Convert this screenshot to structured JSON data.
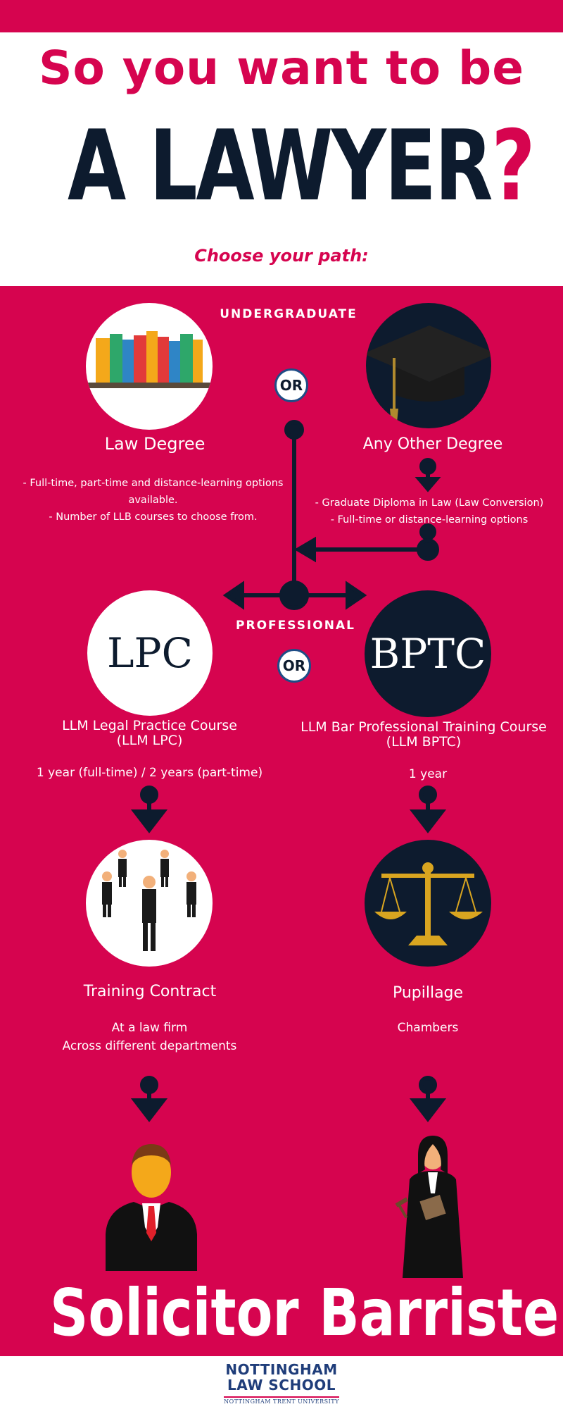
{
  "header": {
    "title_line1": "So you want to be",
    "title_line2": "A LAWYER",
    "title_qmark": "?",
    "subtitle": "Choose your path:"
  },
  "sections": {
    "undergraduate": "UNDERGRADUATE",
    "professional": "PROFESSIONAL",
    "or": "OR"
  },
  "law_degree": {
    "title": "Law Degree",
    "detail_line1": "- Full-time, part-time and distance-learning options",
    "detail_line2": "available.",
    "detail_line3": "- Number of LLB courses to choose from."
  },
  "other_degree": {
    "title": "Any Other Degree",
    "detail_line1": "- Graduate Diploma in Law (Law Conversion)",
    "detail_line2": "- Full-time or distance-learning options"
  },
  "lpc": {
    "badge": "LPC",
    "title_line1": "LLM Legal Practice Course",
    "title_line2": "(LLM LPC)",
    "duration": "1 year (full-time) / 2 years (part-time)"
  },
  "bptc": {
    "badge": "BPTC",
    "title_line1": "LLM Bar Professional Training Course",
    "title_line2": "(LLM BPTC)",
    "duration": "1 year"
  },
  "training_contract": {
    "title": "Training Contract",
    "line1": "At a law firm",
    "line2": "Across different departments"
  },
  "pupillage": {
    "title": "Pupillage",
    "line1": "Chambers"
  },
  "outcomes": {
    "solicitor": "Solicitor",
    "barrister": "Barrister"
  },
  "footer": {
    "logo_line1": "NOTTINGHAM",
    "logo_line2": "LAW SCHOOL",
    "logo_line3": "NOTTINGHAM TRENT UNIVERSITY"
  },
  "colors": {
    "accent": "#d6044f",
    "navy": "#0d1b2e",
    "white": "#ffffff",
    "brand_blue": "#1f3d7a"
  }
}
